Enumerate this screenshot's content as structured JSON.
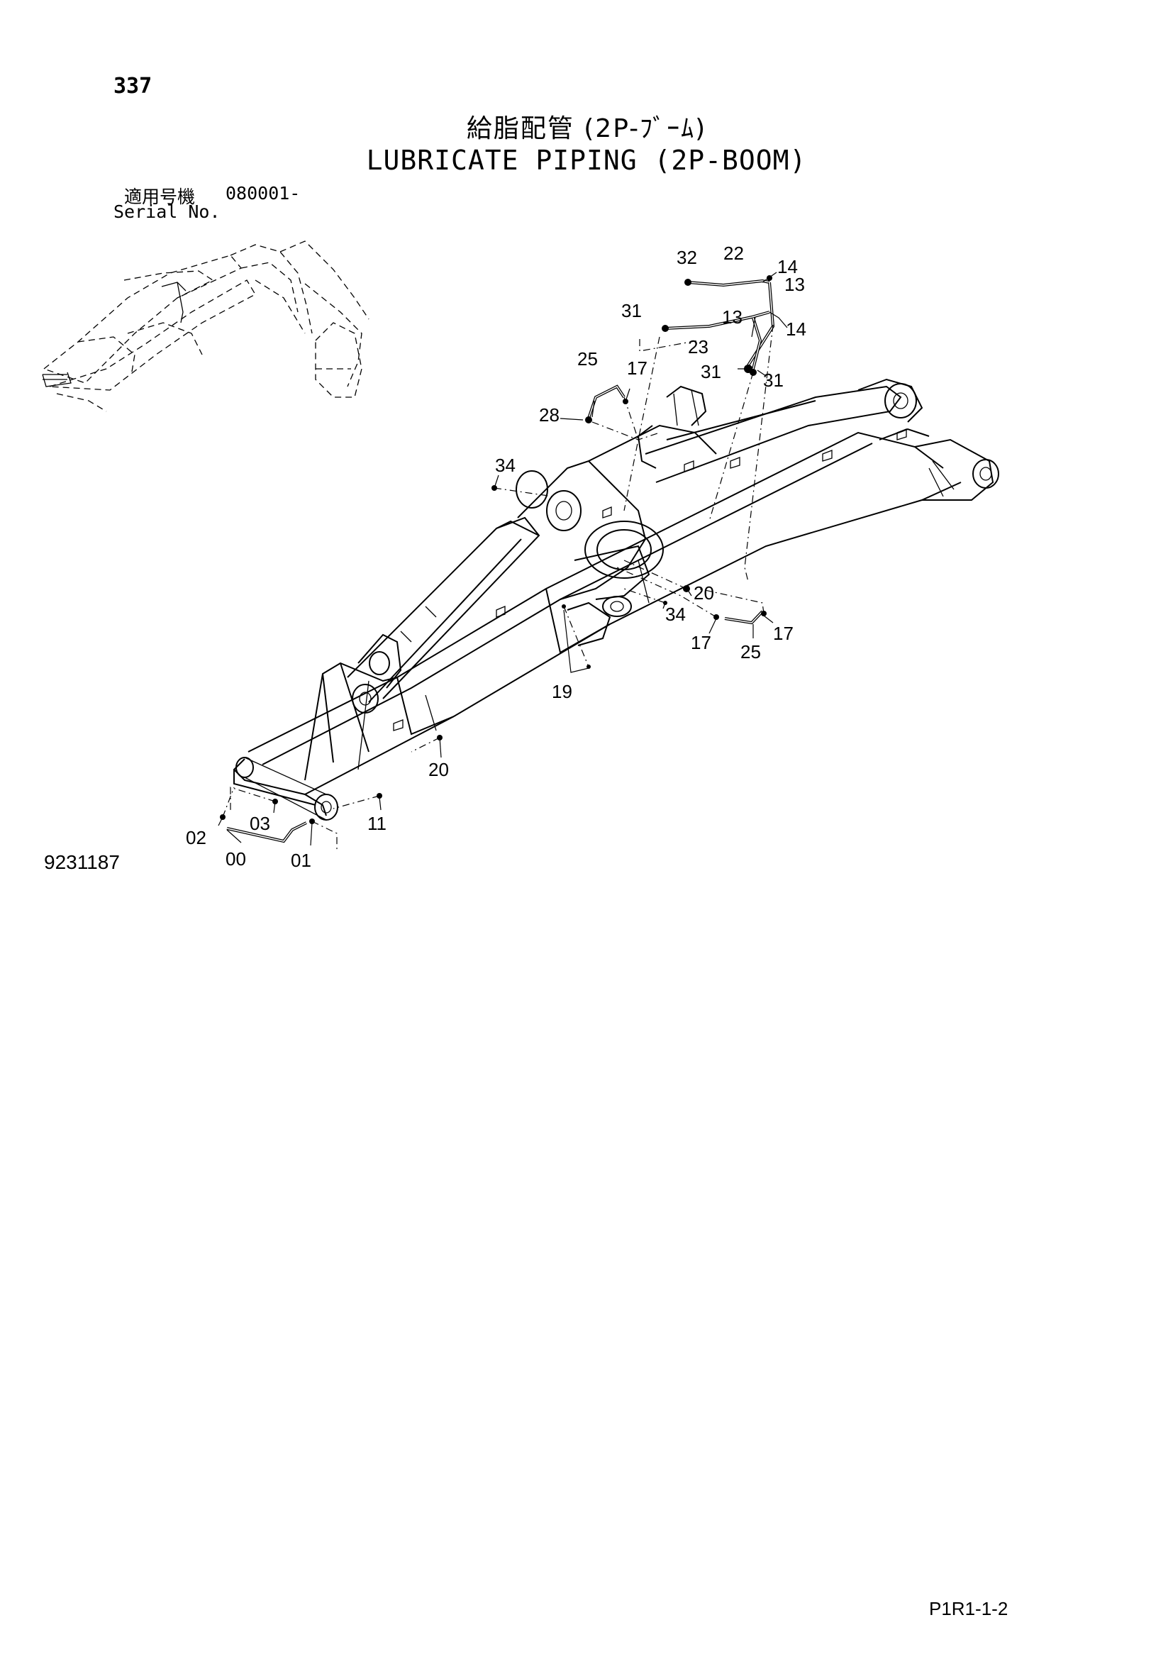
{
  "page_number": "337",
  "title_jp": "給脂配管 (2P-ﾌﾞｰﾑ)",
  "title_en": "LUBRICATE PIPING (2P-BOOM)",
  "serial_label_jp": "適用号機",
  "serial_value": "080001-",
  "serial_label_en": "Serial No.",
  "figure_code": "9231187",
  "page_code": "P1R1-1-2",
  "callouts": {
    "c32": "32",
    "c22": "22",
    "c14a": "14",
    "c13a": "13",
    "c31a": "31",
    "c23": "23",
    "c13b": "13",
    "c14b": "14",
    "c25a": "25",
    "c17a": "17",
    "c31b": "31",
    "c31c": "31",
    "c28": "28",
    "c34a": "34",
    "c20a": "20",
    "c34b": "34",
    "c17b": "17",
    "c25b": "25",
    "c17c": "17",
    "c19": "19",
    "c20b": "20",
    "c11": "11",
    "c03": "03",
    "c02": "02",
    "c00": "00",
    "c01": "01"
  }
}
